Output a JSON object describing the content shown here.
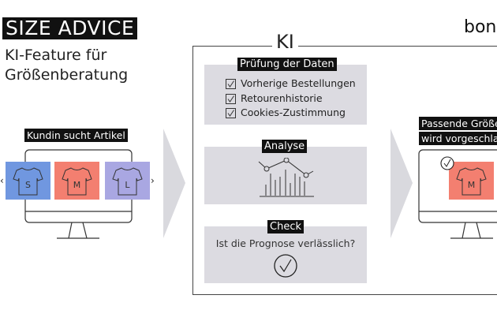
{
  "header": {
    "title": "SIZE ADVICE",
    "subtitle_line1": "KI-Feature für",
    "subtitle_line2": "Größenberatung",
    "logo": "bon"
  },
  "step1": {
    "label": "Kundin sucht Artikel",
    "tiles": [
      {
        "size": "S",
        "color": "#7097e0"
      },
      {
        "size": "M",
        "color": "#f37f70"
      },
      {
        "size": "L",
        "color": "#a9a7e2"
      }
    ],
    "prev_icon": "chevron-left-icon",
    "next_icon": "chevron-right-icon"
  },
  "ki": {
    "title": "KI",
    "pruefung": {
      "label": "Prüfung der Daten",
      "items": [
        "Vorherige Bestellungen",
        "Retourenhistorie",
        "Cookies-Zustimmung"
      ]
    },
    "analyse": {
      "label": "Analyse",
      "icon": "chart-icon"
    },
    "check": {
      "label": "Check",
      "question": "Ist die Prognose verlässlich?",
      "icon": "check-circle-icon"
    }
  },
  "step3": {
    "label_line1": "Passende Größe",
    "label_line2": "wird vorgeschlagen",
    "tile": {
      "size": "M",
      "color": "#f37f70"
    }
  },
  "colors": {
    "panel": "#dcdbe1",
    "arrow": "#d9d9de",
    "label_bg": "#111111"
  }
}
